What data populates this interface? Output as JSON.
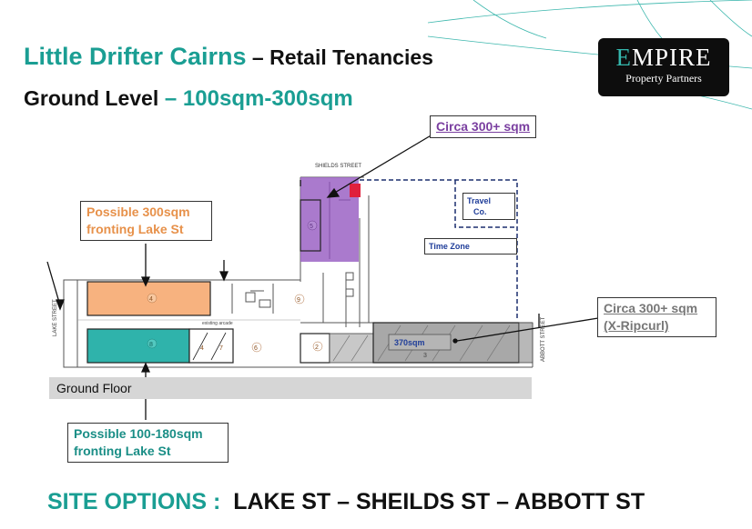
{
  "header": {
    "title_main": "Little Drifter Cairns",
    "title_suffix": " – Retail Tenancies",
    "subtitle_main": "Ground Level",
    "subtitle_suffix": " – 100sqm-300sqm"
  },
  "logo": {
    "first_letter": "E",
    "rest": "MPIRE",
    "tagline": "Property Partners"
  },
  "callouts": {
    "top_purple": "Circa 300+ sqm",
    "left_orange_line1": "Possible 300sqm",
    "left_orange_line2": "fronting Lake St",
    "bottom_teal_line1": "Possible 100-180sqm",
    "bottom_teal_line2": "fronting Lake St",
    "right_grey_line1": "Circa 300+ sqm",
    "right_grey_line2": "(X-Ripcurl)"
  },
  "plan": {
    "street_top": "SHIELDS STREET",
    "street_left": "LAKE STREET",
    "street_right": "ABBOTT STREET",
    "arcade": "existing arcade",
    "travel_line1": "Travel",
    "travel_line2": "Co.",
    "time_zone": "Time Zone",
    "area_370": "370sqm",
    "unit_labels": [
      "5",
      "4",
      "8",
      "4",
      "7",
      "6",
      "9",
      "2",
      "3"
    ],
    "colors": {
      "purple": "#9b63c4",
      "orange": "#f7b27f",
      "teal": "#2fb3ab",
      "grey": "#a8a8a8",
      "red": "#e0203c"
    }
  },
  "footer": {
    "ground_floor": "Ground Floor",
    "site_options_label": "SITE OPTIONS :",
    "site_options_streets": "LAKE ST – SHEILDS ST – ABBOTT ST"
  }
}
